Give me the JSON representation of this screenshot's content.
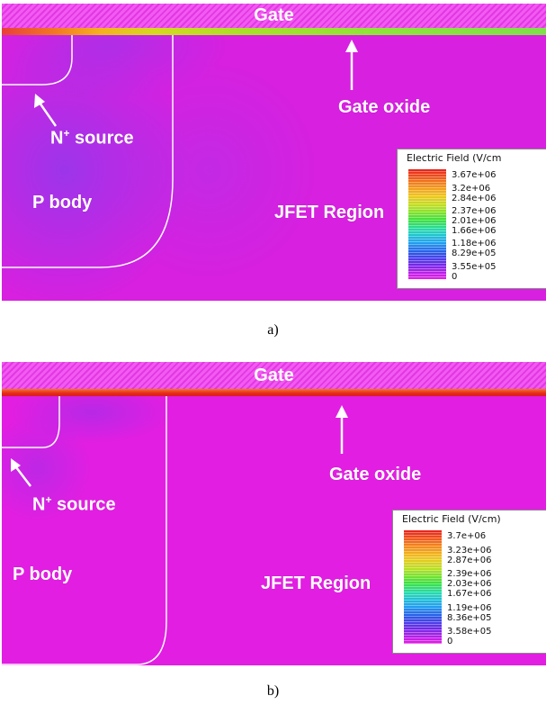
{
  "panels": [
    {
      "gate_label": "Gate",
      "gate_oxide_label": "Gate oxide",
      "nplus_base": "N",
      "nplus_sup": "+",
      "nplus_rest": " source",
      "pbody_label": "P body",
      "jfet_label": "JFET Region",
      "legend": {
        "title": "Electric Field (V/cm",
        "ticks": [
          "3.67e+06",
          "3.2e+06",
          "2.84e+06",
          "2.37e+06",
          "2.01e+06",
          "1.66e+06",
          "1.18e+06",
          "8.29e+05",
          "3.55e+05",
          "0"
        ]
      },
      "caption": "a)"
    },
    {
      "gate_label": "Gate",
      "gate_oxide_label": "Gate oxide",
      "nplus_base": "N",
      "nplus_sup": "+",
      "nplus_rest": " source",
      "pbody_label": "P body",
      "jfet_label": "JFET Region",
      "legend": {
        "title": "Electric Field (V/cm)",
        "ticks": [
          "3.7e+06",
          "3.23e+06",
          "2.87e+06",
          "2.39e+06",
          "2.03e+06",
          "1.67e+06",
          "1.19e+06",
          "8.36e+05",
          "3.58e+05",
          "0"
        ]
      },
      "caption": "b)"
    }
  ],
  "colors": {
    "substrate": "#e21ee2",
    "pbody_field": "#a532e8",
    "gate_hatch": "#f25af2",
    "boundary": "#ffffff"
  }
}
